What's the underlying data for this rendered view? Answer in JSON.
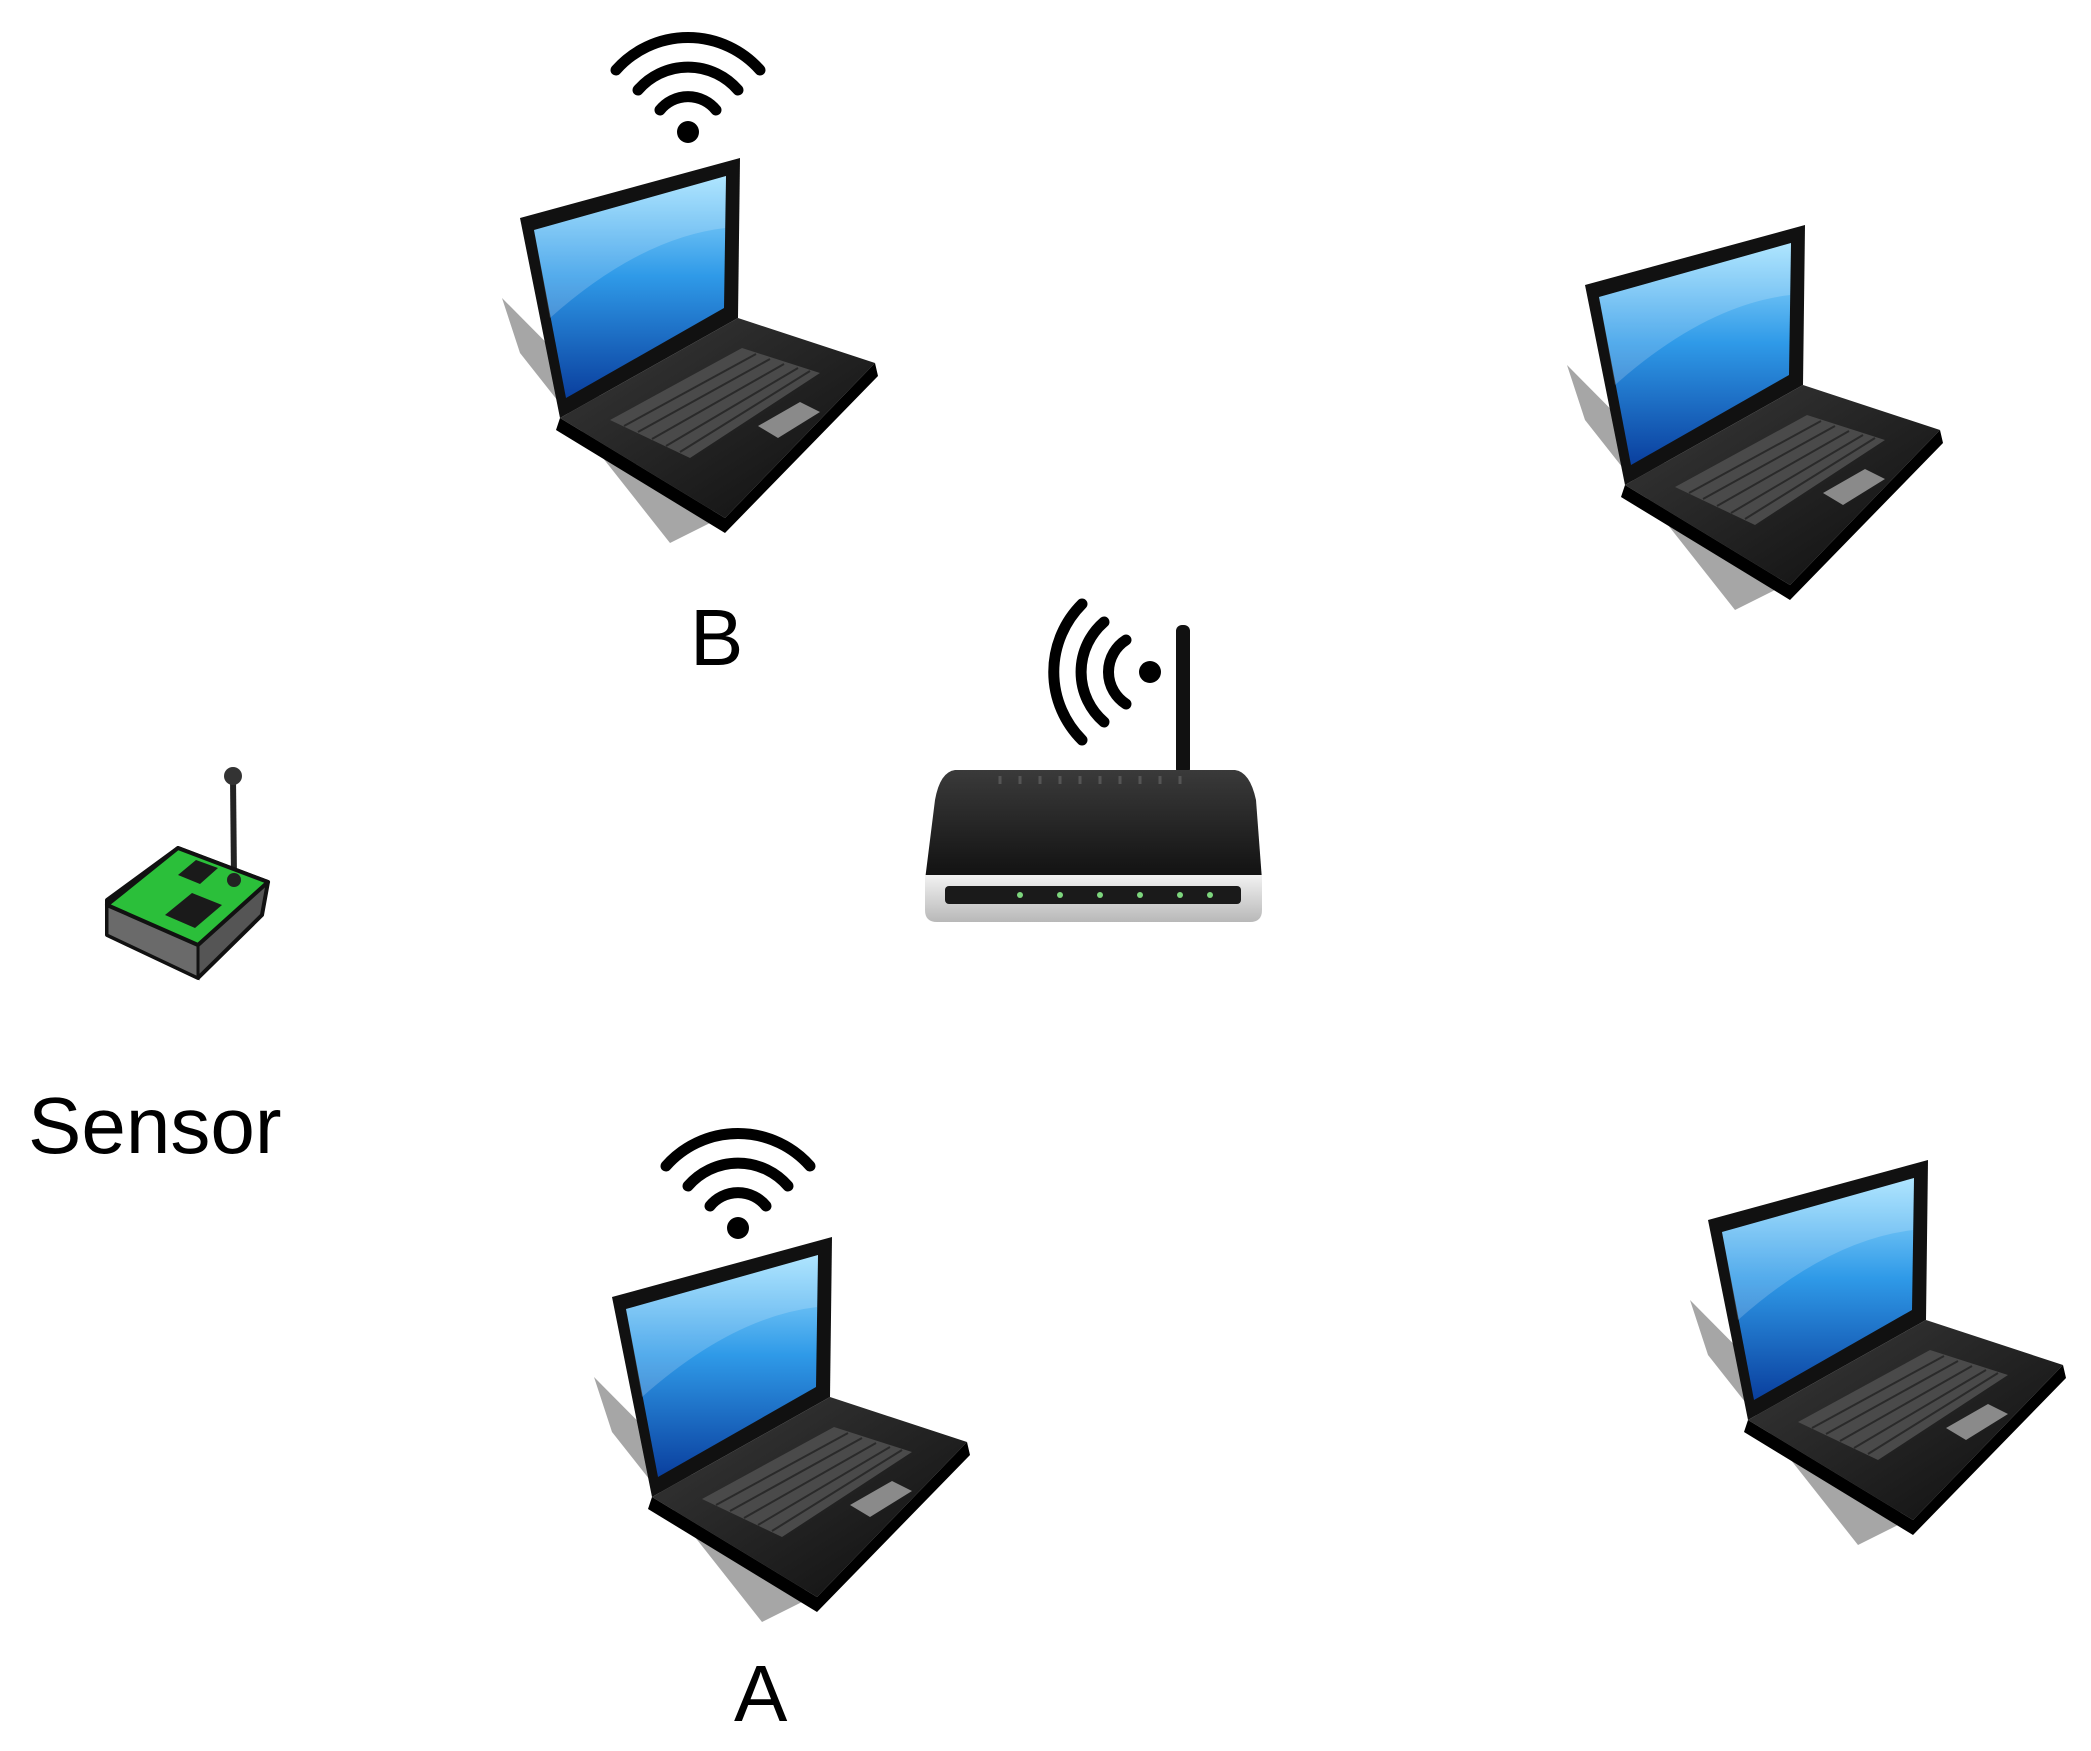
{
  "diagram": {
    "nodes": [
      {
        "id": "laptop-b",
        "kind": "laptop",
        "wifi": true,
        "label": "B"
      },
      {
        "id": "laptop-top-right",
        "kind": "laptop",
        "wifi": false
      },
      {
        "id": "router",
        "kind": "wireless-router",
        "wifi": true
      },
      {
        "id": "sensor",
        "kind": "sensor",
        "label": "Sensor"
      },
      {
        "id": "laptop-a",
        "kind": "laptop",
        "wifi": true,
        "label": "A"
      },
      {
        "id": "laptop-bottom-right",
        "kind": "laptop",
        "wifi": false
      }
    ],
    "labels": {
      "b": "B",
      "a": "A",
      "sensor": "Sensor"
    },
    "colors": {
      "laptop_body": "#1a1a1a",
      "screen_top": "#7fd3ff",
      "screen_bottom": "#0a4fb0",
      "sensor_board": "#2bbf3a",
      "sensor_base": "#555555",
      "router_body": "#1c1c1c",
      "router_front": "#dcdcdc",
      "wifi": "#000000"
    },
    "icons": [
      "laptop-icon",
      "wifi-icon",
      "router-icon",
      "sensor-icon"
    ]
  }
}
